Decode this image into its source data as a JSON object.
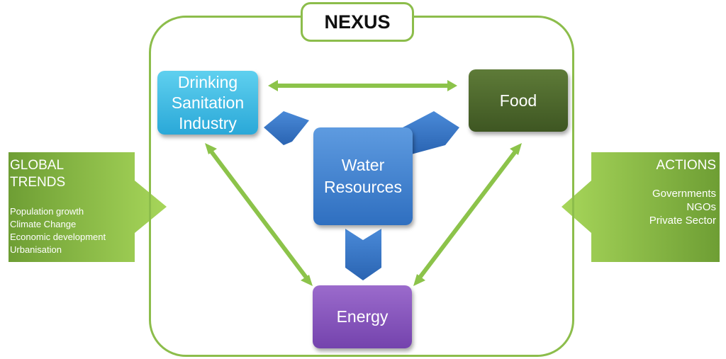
{
  "title": "NEXUS",
  "nodes": {
    "drinking": [
      "Drinking",
      "Sanitation",
      "Industry"
    ],
    "food": "Food",
    "water": [
      "Water",
      "Resources"
    ],
    "energy": "Energy"
  },
  "global_trends": {
    "heading": [
      "GLOBAL",
      "TRENDS"
    ],
    "items": [
      "Population growth",
      "Climate Change",
      "Economic development",
      "Urbanisation"
    ]
  },
  "actions": {
    "heading": "ACTIONS",
    "items": [
      "Governments",
      "NGOs",
      "Private Sector"
    ]
  },
  "colors": {
    "frame": "#8cbd4b",
    "side_panels": "#8fbf45",
    "double_arrows": "#8cc34a",
    "water_arrows": "#3a78c8",
    "drinking": "#2aa8d8",
    "food": "#3e5622",
    "water": "#2f6fc0",
    "energy": "#7443ad"
  }
}
